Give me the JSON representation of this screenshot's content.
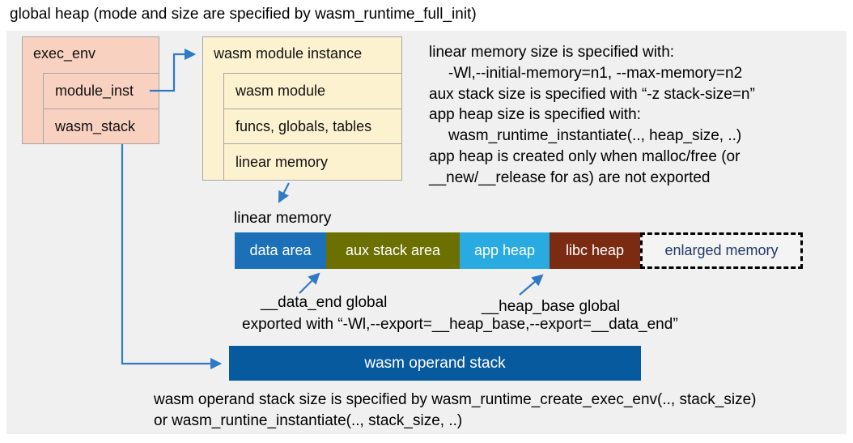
{
  "title": "global heap (mode and size are specified by wasm_runtime_full_init)",
  "exec_env": {
    "header": "exec_env",
    "rows": [
      {
        "label": "module_inst"
      },
      {
        "label": "wasm_stack"
      }
    ],
    "fill": "#f9d1c0"
  },
  "module_instance": {
    "header": "wasm module instance",
    "rows": [
      {
        "label": "wasm module"
      },
      {
        "label": "funcs, globals, tables"
      },
      {
        "label": "linear memory"
      }
    ],
    "fill": "#fdf2cf"
  },
  "notes_right": {
    "lines": [
      {
        "text": "linear memory size is specified with:",
        "indent": false
      },
      {
        "text": "-Wl,--initial-memory=n1, --max-memory=n2",
        "indent": true
      },
      {
        "text": "aux stack size is specified with “-z stack-size=n”",
        "indent": false
      },
      {
        "text": "app heap size is specified with:",
        "indent": false
      },
      {
        "text": "wasm_runtime_instantiate(.., heap_size, ..)",
        "indent": true
      },
      {
        "text": "app heap is created only when malloc/free (or",
        "indent": false
      },
      {
        "text": "__new/__release for as) are not exported",
        "indent": false
      }
    ]
  },
  "linear_memory": {
    "label": "linear memory",
    "segments": [
      {
        "label": "data area",
        "color": "#1b70b8"
      },
      {
        "label": "aux stack area",
        "color": "#6b7000"
      },
      {
        "label": "app heap",
        "color": "#29abe2"
      },
      {
        "label": "libc heap",
        "color": "#7b2b11"
      },
      {
        "label": "enlarged memory",
        "color": "#f4f4f4",
        "text_color": "#1f3864",
        "border": "dashed"
      }
    ]
  },
  "annotations": {
    "data_end_label": "__data_end global",
    "heap_base_label": "__heap_base global",
    "exported_line": "exported with “-Wl,--export=__heap_base,--export=__data_end”"
  },
  "operand_stack": {
    "label": "wasm operand stack",
    "color": "#085a9e",
    "note_line1": "wasm operand stack size is specified by wasm_runtime_create_exec_env(.., stack_size)",
    "note_line2": "or wasm_runtine_instantiate(.., stack_size, ..)"
  },
  "colors": {
    "arrow": "#2e7ac6",
    "panel_bg": "#f0f0f1",
    "box_border": "#a6a6a6"
  }
}
